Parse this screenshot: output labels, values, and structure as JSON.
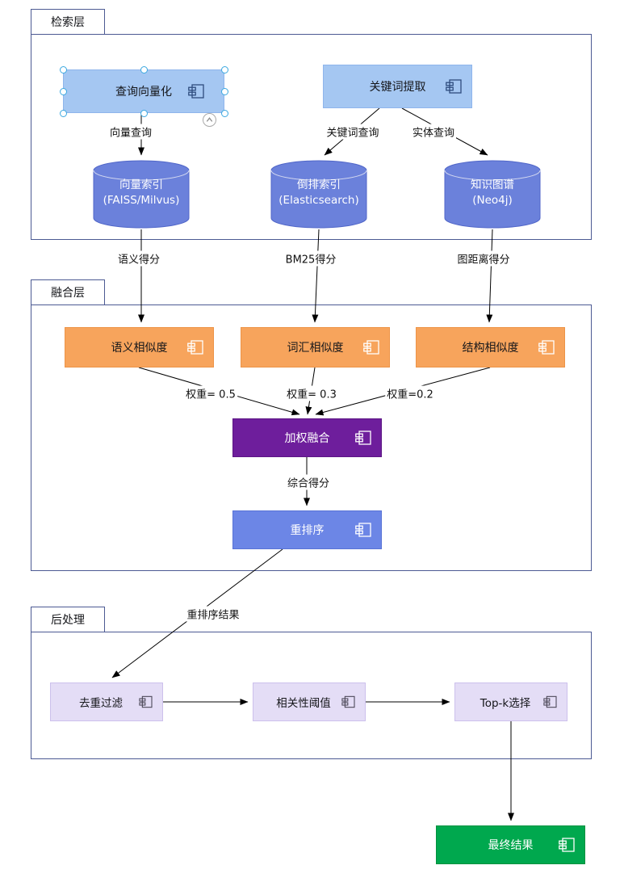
{
  "colors": {
    "container_border": "#4C5A93",
    "lightblue_fill": "#A5C7F2",
    "lightblue_border": "#8FB5EC",
    "lightblue_text": "#15161a",
    "cyl_fill": "#6B81DB",
    "cyl_border": "#5066C8",
    "cyl_text": "#ffffff",
    "orange_fill": "#F7A45C",
    "orange_border": "#ED9448",
    "orange_text": "#15161a",
    "purple_fill": "#6E1E9C",
    "purple_border": "#5C1684",
    "purple_text": "#ffffff",
    "blue_fill": "#6C86E6",
    "blue_border": "#5873D6",
    "blue_text": "#ffffff",
    "lavender_fill": "#E4DDF6",
    "lavender_border": "#CCC0EC",
    "lavender_text": "#15161a",
    "green_fill": "#00A84E",
    "green_border": "#00913F",
    "green_text": "#ffffff",
    "edge_color": "#000000",
    "selection_handle": "#3BA8E0"
  },
  "containers": {
    "retrieval": {
      "label": "检索层"
    },
    "fusion": {
      "label": "融合层"
    },
    "post": {
      "label": "后处理"
    }
  },
  "nodes": {
    "query_vectorize": {
      "label": "查询向量化"
    },
    "keyword_extract": {
      "label": "关键词提取"
    },
    "vector_index": {
      "label": "向量索引",
      "sublabel": "(FAISS/Milvus)"
    },
    "inverted_index": {
      "label": "倒排索引",
      "sublabel": "(Elasticsearch)"
    },
    "knowledge_graph": {
      "label": "知识图谱",
      "sublabel": "(Neo4j)"
    },
    "semantic_similarity": {
      "label": "语义相似度"
    },
    "lexical_similarity": {
      "label": "词汇相似度"
    },
    "structural_similarity": {
      "label": "结构相似度"
    },
    "weighted_fusion": {
      "label": "加权融合"
    },
    "rerank": {
      "label": "重排序"
    },
    "dedup_filter": {
      "label": "去重过滤"
    },
    "relevance_threshold": {
      "label": "相关性阈值"
    },
    "topk_select": {
      "label": "Top-k选择"
    },
    "final_result": {
      "label": "最终结果"
    }
  },
  "edge_labels": {
    "vector_query": "向量查询",
    "keyword_query": "关键词查询",
    "entity_query": "实体查询",
    "semantic_score": "语义得分",
    "bm25_score": "BM25得分",
    "graph_distance_score": "图距离得分",
    "weight_semantic": "权重= 0.5",
    "weight_lexical": "权重= 0.3",
    "weight_structural": "权重=0.2",
    "combined_score": "综合得分",
    "rerank_result": "重排序结果"
  }
}
